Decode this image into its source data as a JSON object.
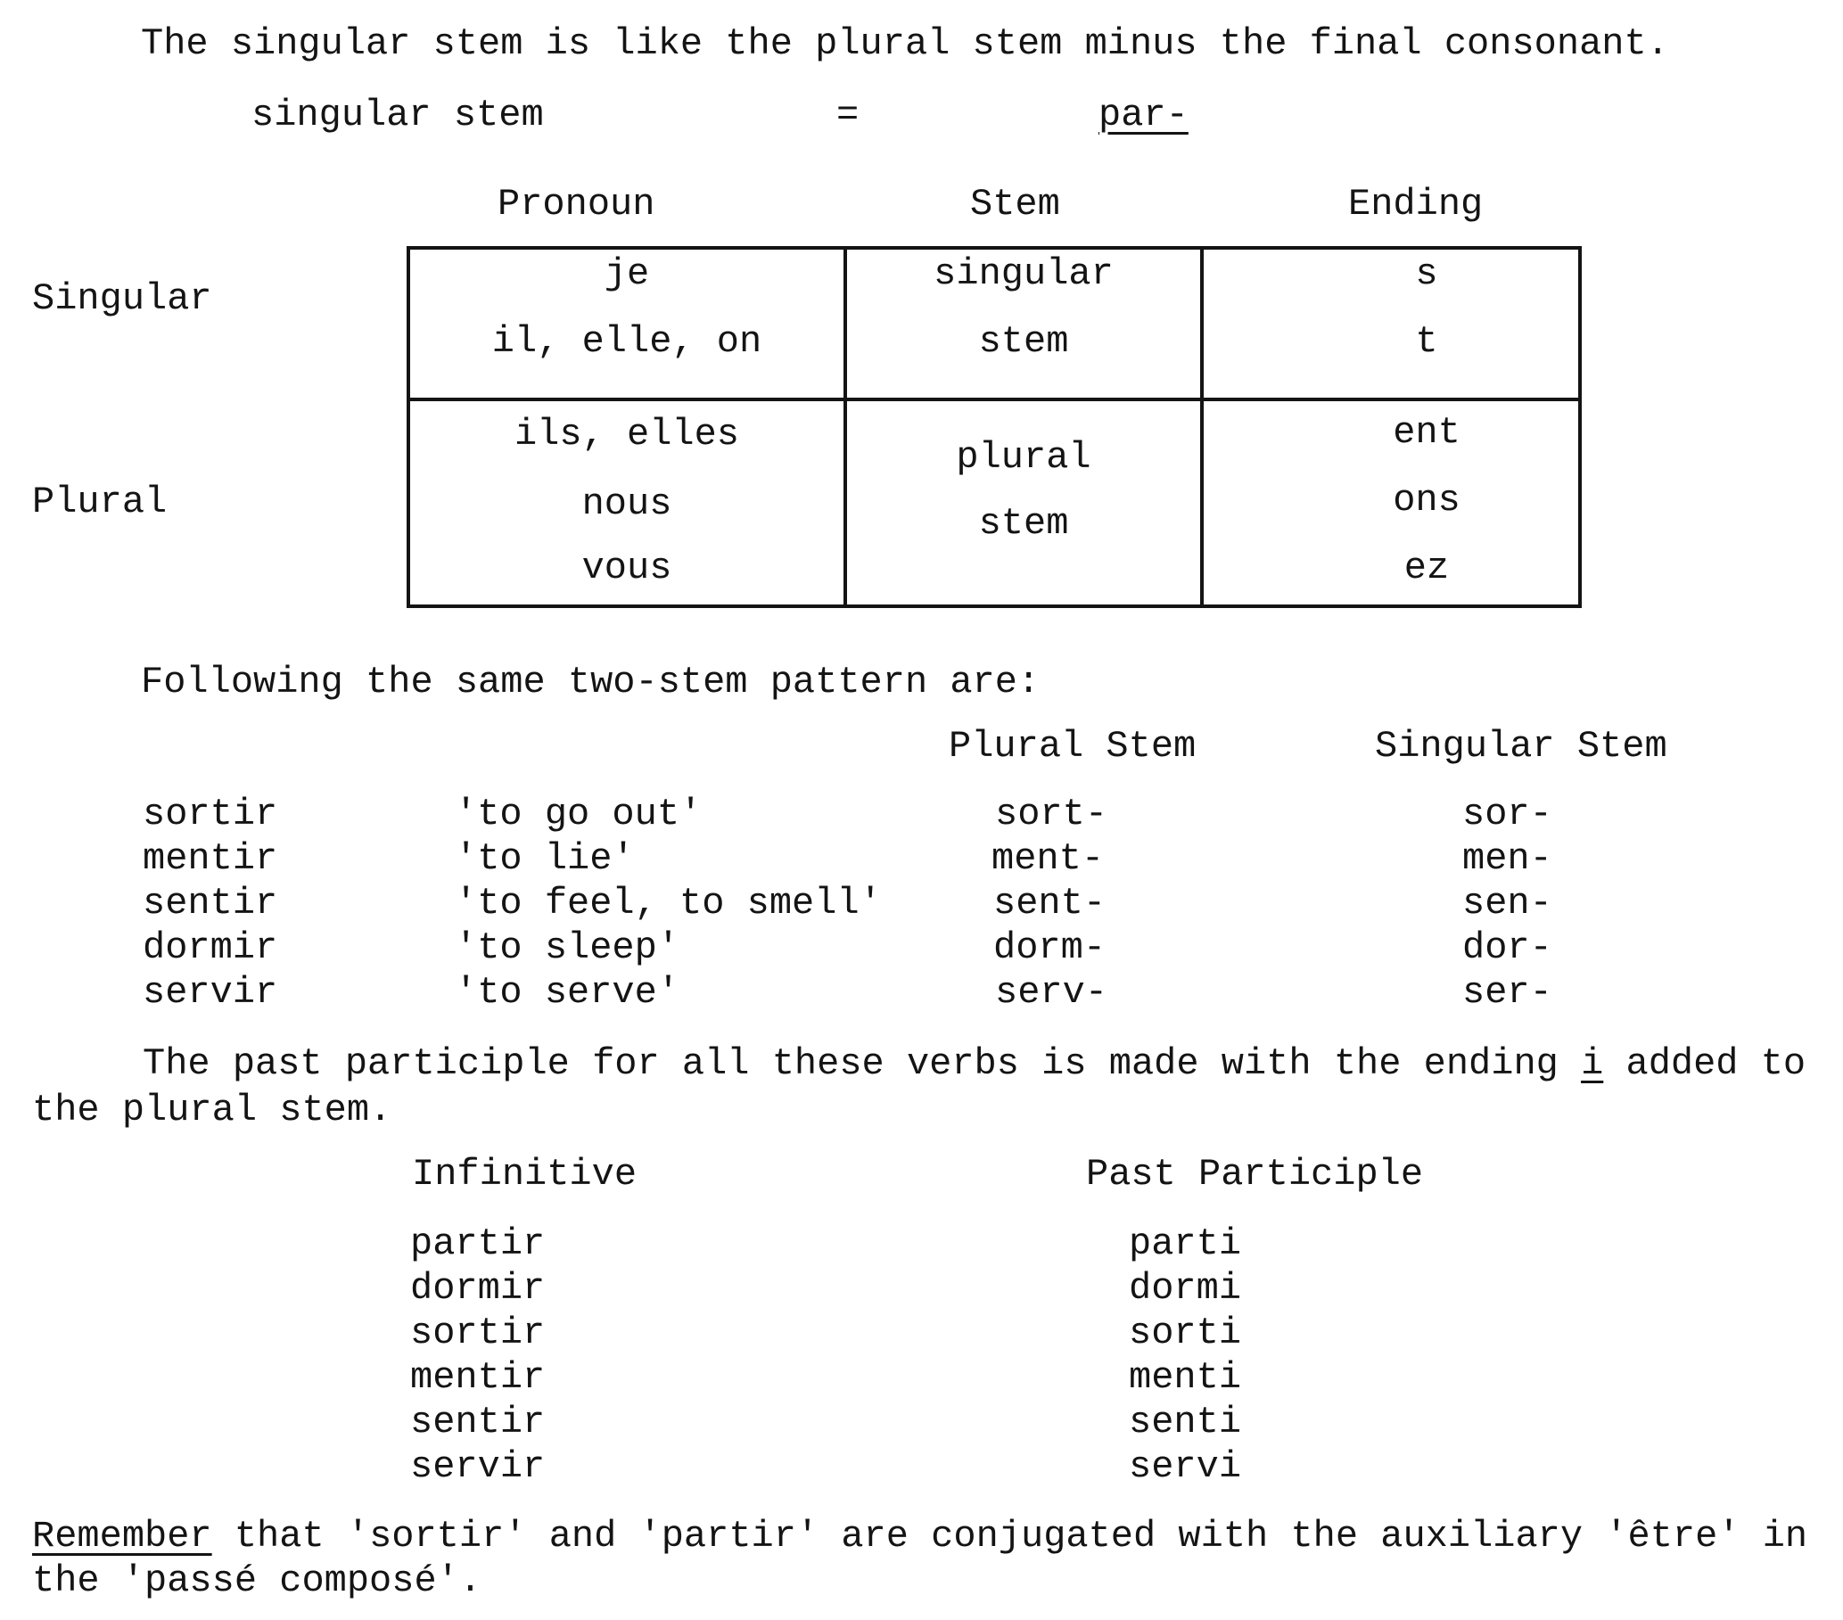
{
  "intro": {
    "sentence": "The singular stem is like the plural stem minus the final consonant.",
    "formula_label": "singular stem",
    "formula_equals": "=",
    "formula_value": "par-"
  },
  "table": {
    "headers": {
      "pronoun": "Pronoun",
      "stem": "Stem",
      "ending": "Ending"
    },
    "singular": {
      "label": "Singular",
      "pronouns": [
        "je",
        "il, elle, on"
      ],
      "stem": [
        "singular",
        "stem"
      ],
      "endings": [
        "s",
        "t"
      ]
    },
    "plural": {
      "label": "Plural",
      "pronouns": [
        "ils, elles",
        "nous",
        "vous"
      ],
      "stem": [
        "plural",
        "stem"
      ],
      "endings": [
        "ent",
        "ons",
        "ez"
      ]
    }
  },
  "pattern": {
    "intro": "Following the same two-stem pattern are:",
    "headers": {
      "plural_stem": "Plural Stem",
      "singular_stem": "Singular Stem"
    },
    "rows": [
      {
        "verb": "sortir",
        "gloss": "'to go out'",
        "plural": "sort-",
        "singular": "sor-"
      },
      {
        "verb": "mentir",
        "gloss": "'to lie'",
        "plural": "ment-",
        "singular": "men-"
      },
      {
        "verb": "sentir",
        "gloss": "'to feel, to smell'",
        "plural": "sent-",
        "singular": "sen-"
      },
      {
        "verb": "dormir",
        "gloss": "'to sleep'",
        "plural": "dorm-",
        "singular": "dor-"
      },
      {
        "verb": "servir",
        "gloss": "'to serve'",
        "plural": "serv-",
        "singular": "ser-"
      }
    ]
  },
  "participle": {
    "line1_before": "The past participle for all these verbs is made with the ending ",
    "line1_ending": "i",
    "line1_after": " added to",
    "line2": "the plural stem.",
    "headers": {
      "infinitive": "Infinitive",
      "past_participle": "Past Participle"
    },
    "rows": [
      {
        "infinitive": "partir",
        "participle": "parti"
      },
      {
        "infinitive": "dormir",
        "participle": "dormi"
      },
      {
        "infinitive": "sortir",
        "participle": "sorti"
      },
      {
        "infinitive": "mentir",
        "participle": "menti"
      },
      {
        "infinitive": "sentir",
        "participle": "senti"
      },
      {
        "infinitive": "servir",
        "participle": "servi"
      }
    ]
  },
  "remember": {
    "word": "Remember",
    "line1_rest": " that 'sortir' and 'partir' are conjugated with the auxiliary 'être' in",
    "line2": "the 'passé composé'."
  }
}
